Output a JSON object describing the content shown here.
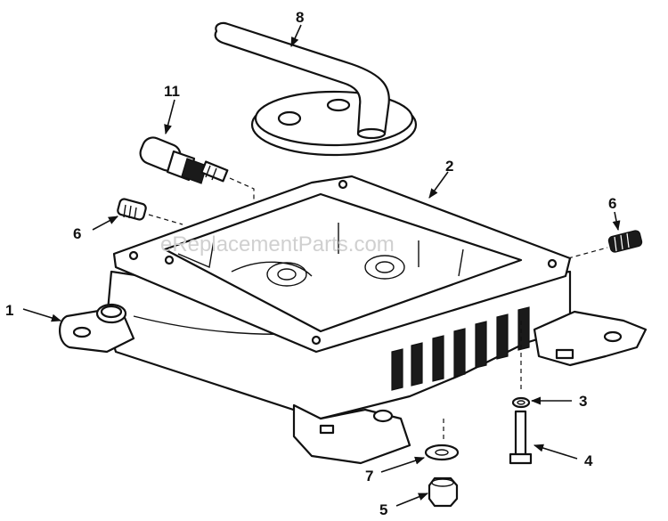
{
  "watermark": "eReplacementParts.com",
  "callouts": [
    {
      "id": "c1",
      "label": "1"
    },
    {
      "id": "c2",
      "label": "2"
    },
    {
      "id": "c3",
      "label": "3"
    },
    {
      "id": "c4",
      "label": "4"
    },
    {
      "id": "c5",
      "label": "5"
    },
    {
      "id": "c6a",
      "label": "6"
    },
    {
      "id": "c6b",
      "label": "6"
    },
    {
      "id": "c7",
      "label": "7"
    },
    {
      "id": "c8",
      "label": "8"
    },
    {
      "id": "c11",
      "label": "11"
    }
  ]
}
